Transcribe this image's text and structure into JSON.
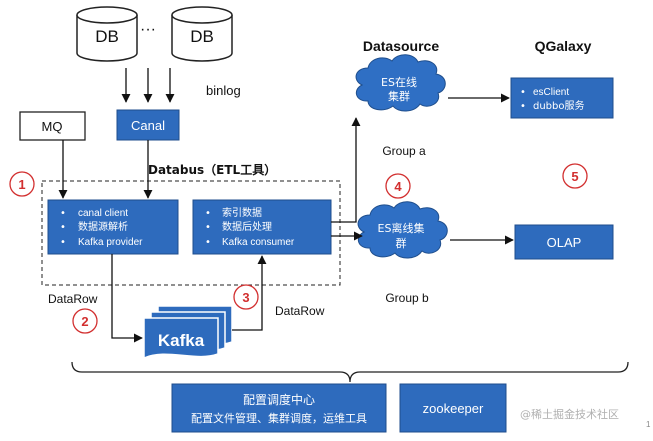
{
  "db": {
    "left": "DB",
    "ellipsis": "···",
    "right": "DB"
  },
  "binlog": "binlog",
  "mq": "MQ",
  "canal": "Canal",
  "headers": {
    "datasource": "Datasource",
    "qgalaxy": "QGalaxy"
  },
  "databus": "Databus（ETL工具）",
  "producer_items": [
    "canal client",
    "数据源解析",
    "Kafka provider"
  ],
  "consumer_items": [
    "索引数据",
    "数据后处理",
    "Kafka consumer"
  ],
  "es_online": {
    "line1": "ES在线",
    "line2": "集群"
  },
  "es_offline": {
    "line1": "ES离线集",
    "line2": "群"
  },
  "group_a": "Group a",
  "group_b": "Group b",
  "es_client_items": [
    "esClient",
    "dubbo服务"
  ],
  "olap": "OLAP",
  "datarow_left": "DataRow",
  "datarow_right": "DataRow",
  "kafka": "Kafka",
  "steps": [
    "1",
    "2",
    "3",
    "4",
    "5"
  ],
  "config_center": {
    "title": "配置调度中心",
    "subtitle": "配置文件管理、集群调度，运维工具"
  },
  "zookeeper": "zookeeper",
  "watermark": "@稀土掘金技术社区",
  "page_marker": "1",
  "colors": {
    "blue": "#2e6bbd",
    "box_stroke": "#1f4e8c",
    "step_red": "#d22f2f",
    "cloud_blue": "#2f6fc4",
    "text_dark": "#111111"
  }
}
